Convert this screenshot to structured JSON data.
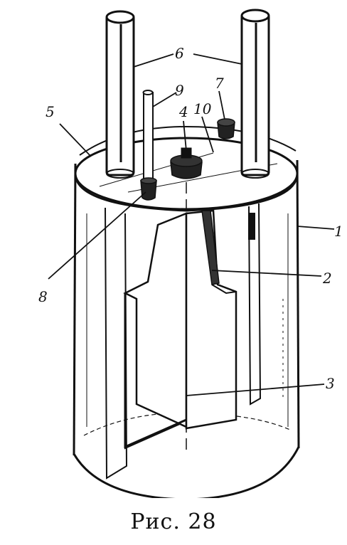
{
  "figure": {
    "labels": {
      "l1": "1",
      "l2": "2",
      "l3": "3",
      "l4": "4",
      "l5": "5",
      "l6": "6",
      "l7": "7",
      "l8": "8",
      "l9": "9",
      "l10": "10"
    }
  },
  "caption": {
    "text": "Рис.  28"
  }
}
